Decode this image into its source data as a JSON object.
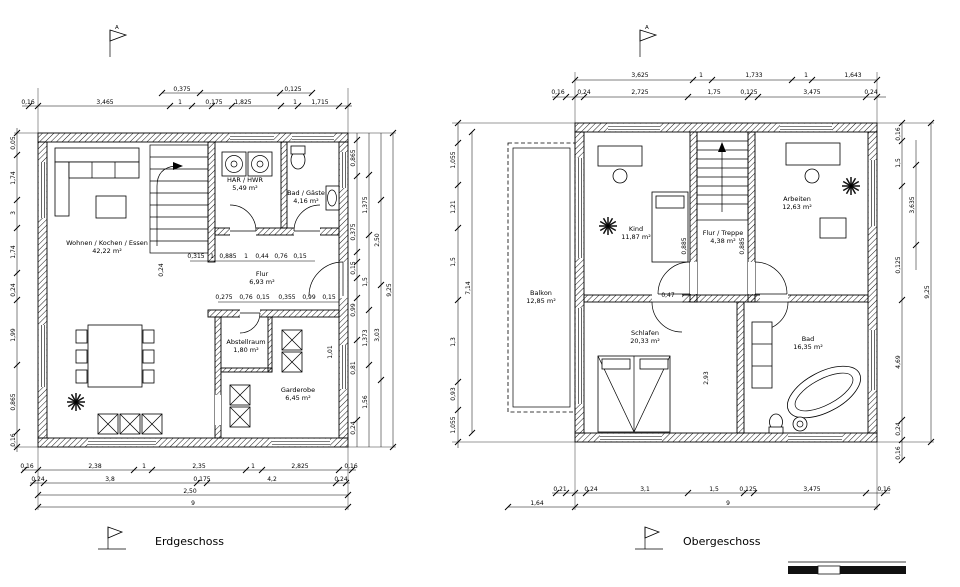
{
  "sheet": {
    "north_label": "A",
    "bg": "#ffffff",
    "line_color": "#000000"
  },
  "erdgeschoss": {
    "title": "Erdgeschoss",
    "rooms": {
      "wohnen": {
        "name": "Wohnen / Kochen / Essen",
        "area": "42,22 m²"
      },
      "har": {
        "name": "HAR / HWR",
        "area": "5,49 m²"
      },
      "badgaeste": {
        "name": "Bad / Gäste",
        "area": "4,16 m²"
      },
      "flur": {
        "name": "Flur",
        "area": "6,93 m²"
      },
      "abstell": {
        "name": "Abstellraum",
        "area": "1,80 m²"
      },
      "garderobe": {
        "name": "Garderobe",
        "area": "6,45 m²"
      }
    },
    "dims": {
      "top1": [
        "0,375",
        "0,125"
      ],
      "top2": [
        "0,16",
        "3,465",
        "1",
        "0,175",
        "1,825",
        "1",
        "1,715"
      ],
      "bottom1": [
        "0,16",
        "2,38",
        "1",
        "2,35",
        "1",
        "2,825",
        "0,16"
      ],
      "bottom2": [
        "0,24",
        "3,8",
        "0,175",
        "4,2",
        "0,24"
      ],
      "bottom3": [
        "2,50"
      ],
      "bottom4": [
        "9"
      ],
      "left": [
        "0,05",
        "1,74",
        "3",
        "1,74",
        "0,24",
        "1,99",
        "0,865",
        "0,16"
      ],
      "right1": [
        "0,865",
        "0,375",
        "0,15",
        "0,99",
        "0,81",
        "0,24"
      ],
      "right2": [
        "1,375",
        "1,5",
        "1,373",
        "1,56"
      ],
      "right3": [
        "2,50",
        "3,03"
      ],
      "right4": [
        "9,25"
      ],
      "inner1": [
        "0,315",
        "1",
        "0,885",
        "1",
        "0,44",
        "0,76",
        "0,15"
      ],
      "inner2": [
        "0,275",
        "0,76",
        "0,15",
        "0,355",
        "0,99",
        "0,15"
      ],
      "inner3": [
        "0,24",
        "1,01"
      ]
    }
  },
  "obergeschoss": {
    "title": "Obergeschoss",
    "rooms": {
      "balkon": {
        "name": "Balkon",
        "area": "12,85 m²"
      },
      "kind": {
        "name": "Kind",
        "area": "11,87 m²"
      },
      "flurtreppe": {
        "name": "Flur / Treppe",
        "area": "4,38 m²"
      },
      "arbeiten": {
        "name": "Arbeiten",
        "area": "12,63 m²"
      },
      "schlafen": {
        "name": "Schlafen",
        "area": "20,33 m²"
      },
      "bad": {
        "name": "Bad",
        "area": "16,35 m²"
      }
    },
    "dims": {
      "top1": [
        "3,625",
        "1",
        "1,733",
        "1",
        "1,643"
      ],
      "top2": [
        "0,16",
        "0,24",
        "2,725",
        "1,75",
        "0,125",
        "3,475",
        "0,24"
      ],
      "bottom1": [
        "0,21",
        "0,24",
        "3,1",
        "1,5",
        "0,125",
        "3,475",
        "0,16"
      ],
      "bottom2": [
        "1,64",
        "9"
      ],
      "left1": [
        "1,055",
        "1,21",
        "1,5",
        "1,3",
        "0,93",
        "1,055"
      ],
      "left2": [
        "7,14"
      ],
      "right1": [
        "0,16",
        "1,5",
        "0,125",
        "4,69",
        "0,24",
        "0,16"
      ],
      "right2": [
        "3,635"
      ],
      "right3": [
        "9,25"
      ],
      "inner": [
        "0,885",
        "0,885",
        "2,93",
        "0,47"
      ]
    }
  }
}
